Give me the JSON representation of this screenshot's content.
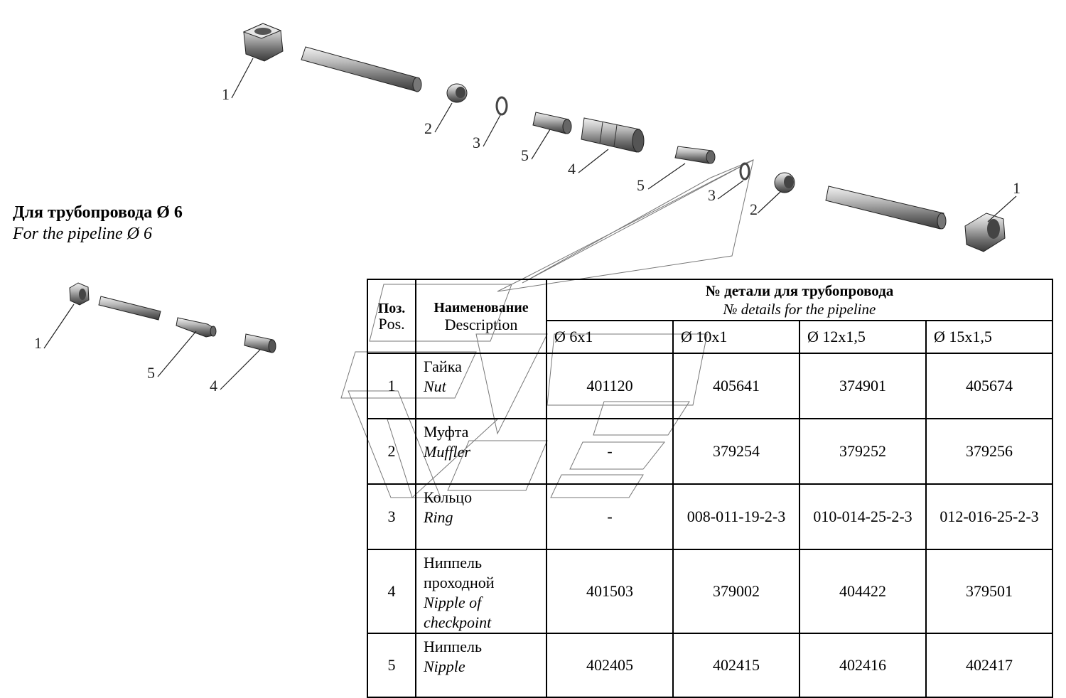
{
  "heading": {
    "ru": "Для трубопровода  Ø 6",
    "en": "For the pipeline  Ø 6"
  },
  "callouts": {
    "main": [
      "1",
      "2",
      "3",
      "5",
      "4",
      "5",
      "3",
      "2",
      "1"
    ],
    "small": [
      "1",
      "5",
      "4"
    ]
  },
  "table": {
    "pos_header_ru": "Поз.",
    "pos_header_en": "Pos.",
    "desc_header_ru": "Наименование",
    "desc_header_en": "Description",
    "group_header_ru": "№  детали для трубопровода",
    "group_header_en": "№ details for the pipeline",
    "diameters": [
      "Ø 6x1",
      "Ø 10x1",
      "Ø 12x1,5",
      "Ø 15x1,5"
    ],
    "rows": [
      {
        "pos": "1",
        "name_ru": "Гайка",
        "name_en": "Nut",
        "values": [
          "401120",
          "405641",
          "374901",
          "405674"
        ]
      },
      {
        "pos": "2",
        "name_ru": "Муфта",
        "name_en": "Muffler",
        "values": [
          "-",
          "379254",
          "379252",
          "379256"
        ]
      },
      {
        "pos": "3",
        "name_ru": "Кольцо",
        "name_en": "Ring",
        "values": [
          "-",
          "008-011-19-2-3",
          "010-014-25-2-3",
          "012-016-25-2-3"
        ]
      },
      {
        "pos": "4",
        "name_ru": "Ниппель проходной",
        "name_en": "Nipple of checkpoint",
        "values": [
          "401503",
          "379002",
          "404422",
          "379501"
        ]
      },
      {
        "pos": "5",
        "name_ru": "Ниппель",
        "name_en": "Nipple",
        "values": [
          "402405",
          "402415",
          "402416",
          "402417"
        ]
      }
    ]
  }
}
